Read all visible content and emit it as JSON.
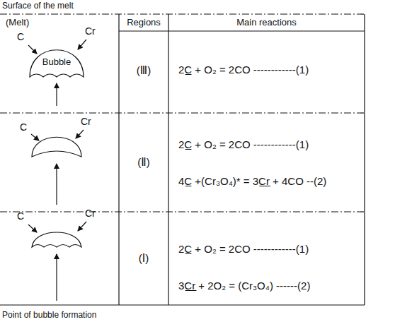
{
  "diagram": {
    "nodes": [
      {
        "text": [
          "Bubble"
        ]
      }
    ],
    "labels": [
      "Surface of the melt",
      "(Melt)",
      "Regions",
      "Main reactions",
      "C",
      "Cr",
      "(Ⅲ)",
      "2C̲ + O₂ = 2CO ------------(1)",
      "C",
      "Cr",
      "(Ⅱ)",
      "2C̲ + O₂ = 2CO ------------(1)",
      "4C̲ +(Cr₃O₄)* = 3C̲r̲ + 4CO --(2)",
      "C",
      "Cr",
      "(Ⅰ)",
      "2C̲ + O₂ = 2CO ------------(1)",
      "3C̲r̲ + 2O₂ = (Cr₃O₄) ------(2)",
      "Point of bubble formation"
    ]
  }
}
